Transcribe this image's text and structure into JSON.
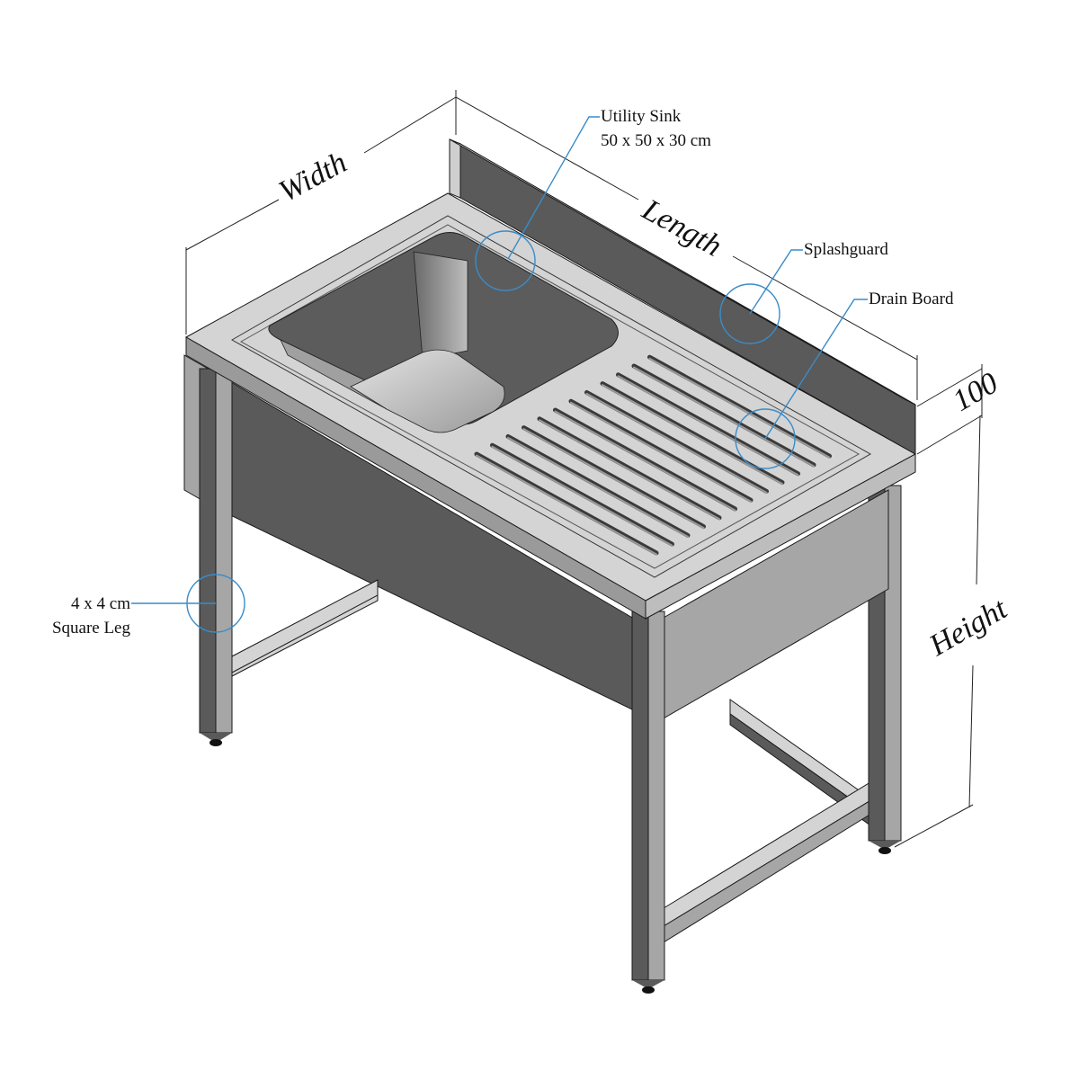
{
  "diagram": {
    "subject": "Stainless steel sink table",
    "dimensions": {
      "width_label": "Width",
      "length_label": "Length",
      "height_label": "Height",
      "splash_height_label": "100"
    },
    "callouts": [
      {
        "id": "utility-sink",
        "line1": "Utility Sink",
        "line2": "50 x 50 x 30 cm"
      },
      {
        "id": "splashguard",
        "line1": "Splashguard"
      },
      {
        "id": "drain-board",
        "line1": "Drain Board"
      },
      {
        "id": "square-leg",
        "line1": "4 x 4 cm",
        "line2": "Square Leg"
      }
    ],
    "drain_board_groove_count": 12,
    "colors": {
      "callout": "#3a8cc8",
      "top_surface": "#d4d4d4",
      "dark_face": "#5a5a5a",
      "mid_face": "#a6a6a6",
      "background": "#ffffff"
    }
  }
}
